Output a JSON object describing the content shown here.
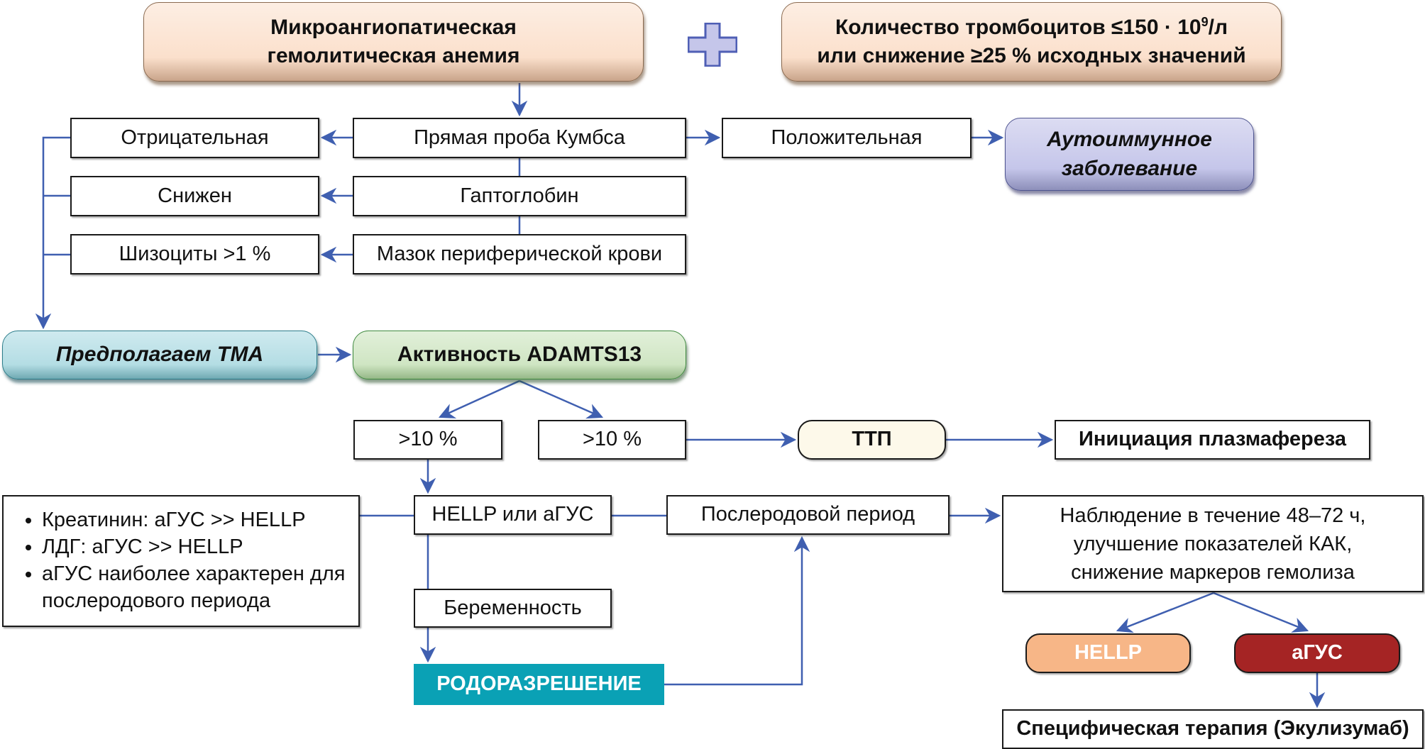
{
  "diagram": {
    "colors": {
      "arrow": "#3f5fb0",
      "peach_box": "#fbe0cc",
      "lavender_box": "#c5c6ea",
      "cyan_box": "#b4dde4",
      "green_box": "#cfe5c3",
      "cream_box": "#fdf9ea",
      "delivery_box": "#0aa1b5",
      "hellp_box": "#f7b687",
      "agus_box": "#a52424"
    },
    "top": {
      "mahа_line1": "Микроангиопатическая",
      "maha_line1": "Микроангиопатическая",
      "maha_line2": "гемолитическая анемия",
      "platelets_line1_pre": "Количество тромбоцитов ≤150 · 10",
      "platelets_line1_sup": "9",
      "platelets_line1_post": "/л",
      "platelets_line2": "или снижение ≥25 % исходных значений",
      "plus_icon": "plus-icon"
    },
    "tests": {
      "coombs": "Прямая проба Кумбса",
      "negative": "Отрицательная",
      "positive": "Положительная",
      "autoimmune_line1": "Аутоиммунное",
      "autoimmune_line2": "заболевание",
      "haptoglobin": "Гаптоглобин",
      "decreased": "Снижен",
      "smear": "Мазок периферической крови",
      "schistocytes": "Шизоциты >1 %"
    },
    "tma": {
      "suspect": "Предполагаем ТМА",
      "adamts13": "Активность ADAMTS13",
      "branch_left": ">10 %",
      "branch_right": ">10 %",
      "ttp": "ТТП",
      "plasmapheresis": "Инициация плазмафереза"
    },
    "lower": {
      "bullets": [
        "Креатинин: аГУС >> HELLP",
        "ЛДГ: аГУС >> HELLP",
        "аГУС наиболее характерен для послеродового периода"
      ],
      "hellp_or_agus": "HELLP или аГУС",
      "postpartum": "Послеродовой период",
      "pregnancy": "Беременность",
      "delivery": "РОДОРАЗРЕШЕНИЕ",
      "observation_line1": "Наблюдение в течение 48–72 ч,",
      "observation_line2": "улучшение показателей КАК,",
      "observation_line3": "снижение маркеров гемолиза",
      "hellp": "HELLP",
      "agus": "аГУС",
      "specific_therapy": "Специфическая терапия (Экулизумаб)"
    }
  }
}
